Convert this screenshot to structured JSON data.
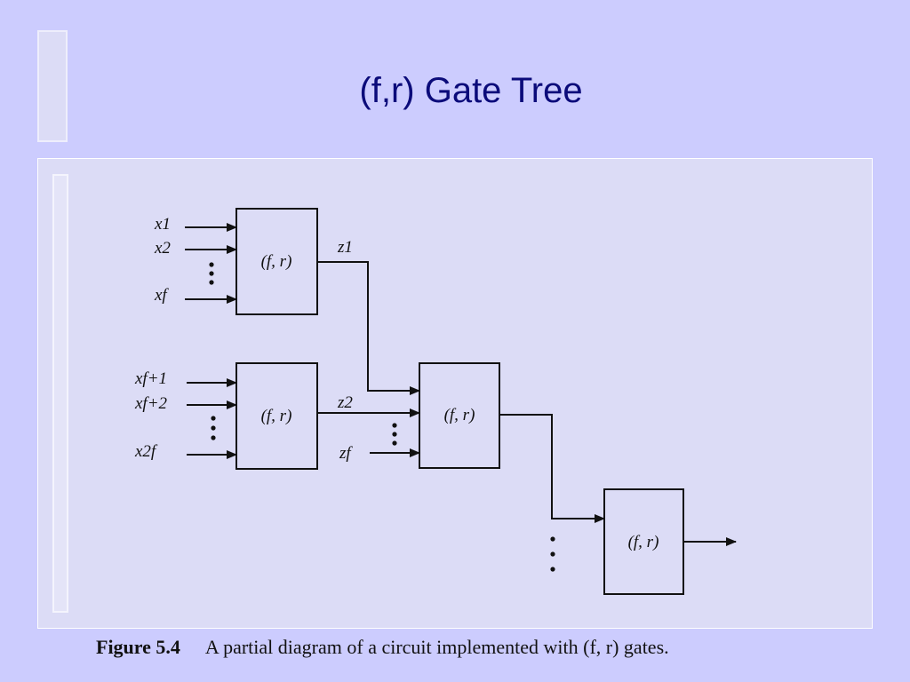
{
  "slide": {
    "title": "(f,r) Gate Tree"
  },
  "diagram": {
    "gate_label": "(f, r)",
    "gates": [
      {
        "label": "(f, r)"
      },
      {
        "label": "(f, r)"
      },
      {
        "label": "(f, r)"
      },
      {
        "label": "(f, r)"
      }
    ],
    "inputs_gate1": [
      "x1",
      "x2",
      "xf"
    ],
    "inputs_gate2": [
      "xf+1",
      "xf+2",
      "x2f"
    ],
    "wires": [
      "z1",
      "z2",
      "zf"
    ]
  },
  "caption": {
    "figure_number": "Figure 5.4",
    "text": "A partial diagram of a circuit implemented with (f, r) gates."
  },
  "colors": {
    "background": "#ccccfe",
    "panel": "#dcdcf6",
    "title": "#0b0b7a",
    "ink": "#111111"
  }
}
